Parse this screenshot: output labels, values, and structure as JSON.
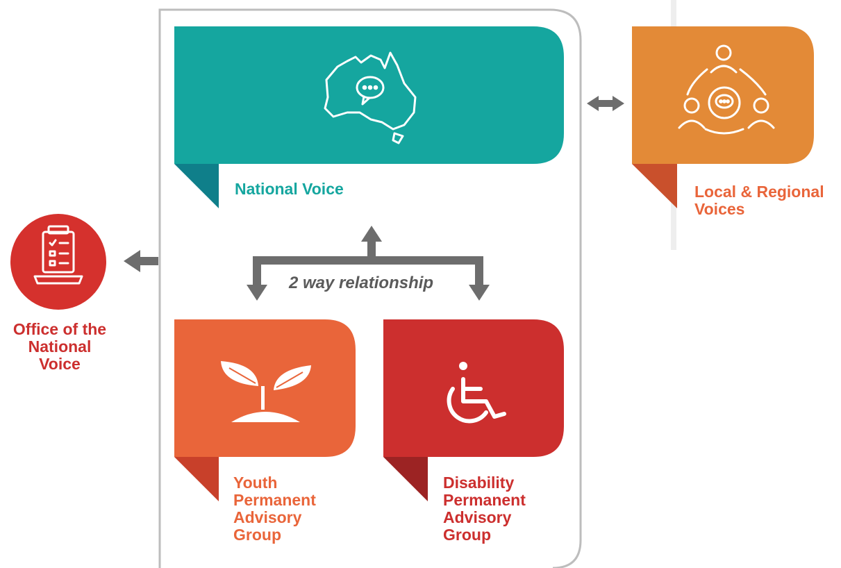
{
  "labels": {
    "national_voice": "National Voice",
    "local_regional_voices": [
      "Local & Regional",
      "Voices"
    ],
    "office": [
      "Office of the",
      "National",
      "Voice"
    ],
    "youth_group": [
      "Youth",
      "Permanent",
      "Advisory",
      "Group"
    ],
    "disability_group": [
      "Disability",
      "Permanent",
      "Advisory",
      "Group"
    ],
    "relationship": "2 way relationship"
  },
  "colors": {
    "teal": "#15a69f",
    "teal_dark": "#0f7f8a",
    "amber": "#e38a37",
    "amber_dark": "#c9502c",
    "youth": "#e9653a",
    "youth_dark": "#c8402a",
    "disability": "#cc2f2e",
    "disability_dark": "#9c2323",
    "office": "#d5312d",
    "frame": "#bdbdbd",
    "arrow": "#6d6d6d"
  },
  "icons": {
    "national": "australia-chat-icon",
    "local": "people-network-chat-icon",
    "office": "laptop-checklist-icon",
    "youth": "seedling-icon",
    "disability": "wheelchair-icon"
  }
}
